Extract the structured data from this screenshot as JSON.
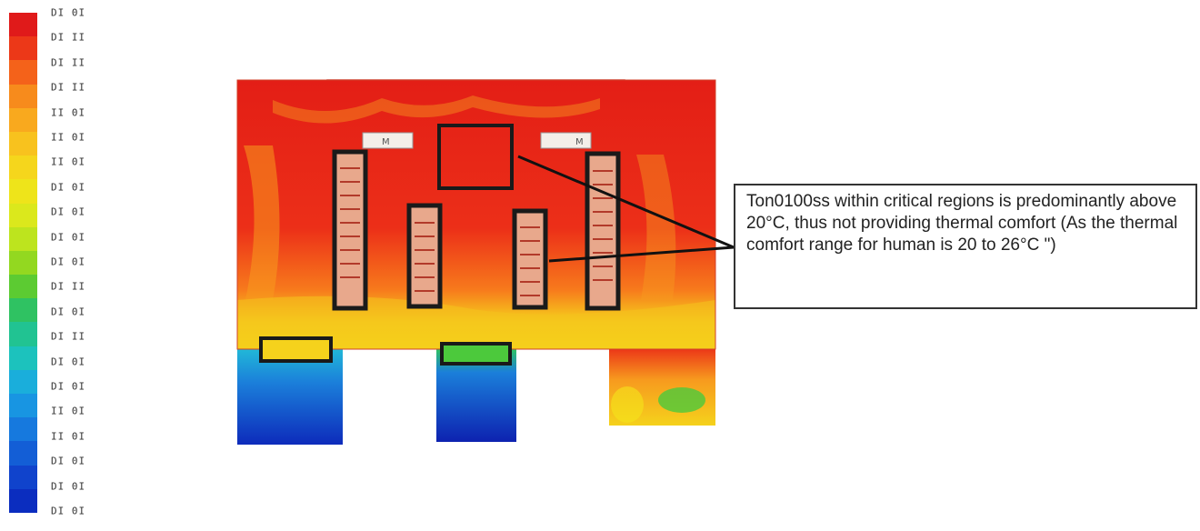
{
  "legend": {
    "colors": [
      "#e01a1a",
      "#ec3818",
      "#f4621a",
      "#f78b1c",
      "#f9a91e",
      "#f8c21e",
      "#f5d61c",
      "#eee41a",
      "#dbe81c",
      "#bde41e",
      "#93d820",
      "#5ccb32",
      "#2fc262",
      "#21c392",
      "#1cc2bd",
      "#1aaedb",
      "#1895e2",
      "#1679de",
      "#135ed6",
      "#1043cc",
      "#0b2dbf"
    ],
    "labels": [
      "DI 0I",
      "DI II",
      "DI II",
      "DI II",
      "II 0I",
      "II 0I",
      "II 0I",
      "DI 0I",
      "DI 0I",
      "DI 0I",
      "DI 0I",
      "DI II",
      "DI 0I",
      "DI II",
      "DI 0I",
      "DI 0I",
      "II 0I",
      "II 0I",
      "DI 0I",
      "DI 0I",
      "DI 0I"
    ]
  },
  "model": {
    "colors": {
      "hot": "#e82a16",
      "warm": "#f4521a",
      "orange": "#f79a1e",
      "yellow": "#f5e51a",
      "green": "#4cc93c",
      "cyan": "#21b8d8",
      "blue": "#1436c2",
      "deep_blue": "#0d22b0",
      "outline": "#1a1a1a"
    },
    "label_left": "M",
    "label_right": "M"
  },
  "callout": {
    "text": "Ton0100ss within critical regions is predominantly above 20°C, thus not providing thermal comfort (As the thermal comfort range for human is 20 to 26°C \")"
  }
}
